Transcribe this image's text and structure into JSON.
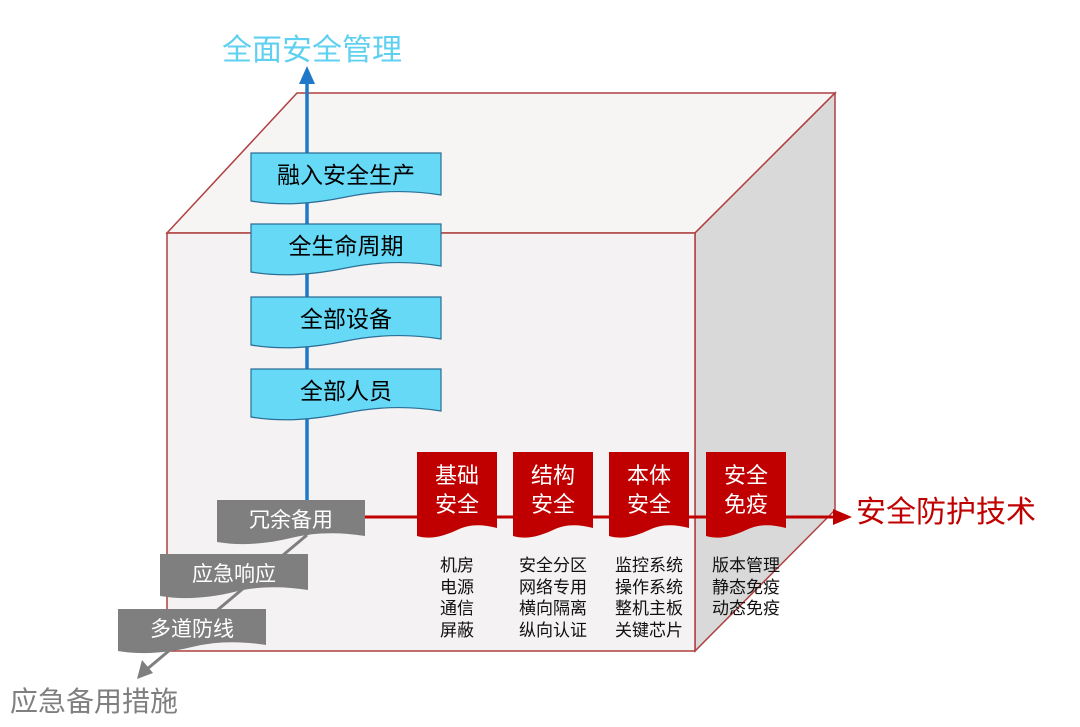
{
  "titles": {
    "top": "全面安全管理",
    "right": "安全防护技术",
    "bottom": "应急备用措施"
  },
  "vertical_steps": [
    "融入安全生产",
    "全生命周期",
    "全部设备",
    "全部人员"
  ],
  "backup_steps": [
    "冗余备用",
    "应急响应",
    "多道防线"
  ],
  "tech_columns": [
    {
      "heading": [
        "基础",
        "安全"
      ],
      "items": [
        "机房",
        "电源",
        "通信",
        "屏蔽"
      ]
    },
    {
      "heading": [
        "结构",
        "安全"
      ],
      "items": [
        "安全分区",
        "网络专用",
        "横向隔离",
        "纵向认证"
      ]
    },
    {
      "heading": [
        "本体",
        "安全"
      ],
      "items": [
        "监控系统",
        "操作系统",
        "整机主板",
        "关键芯片"
      ]
    },
    {
      "heading": [
        "安全",
        "免疫"
      ],
      "items": [
        "版本管理",
        "静态免疫",
        "动态免疫"
      ]
    }
  ],
  "colors": {
    "management_axis": "#1f78c8",
    "management_title": "#5fd0f0",
    "step_fill": "#66d9f7",
    "tech_axis": "#c00000",
    "tech_fill": "#c00000",
    "backup_fill": "#7f7f7f",
    "cube_edge": "#b04040"
  }
}
